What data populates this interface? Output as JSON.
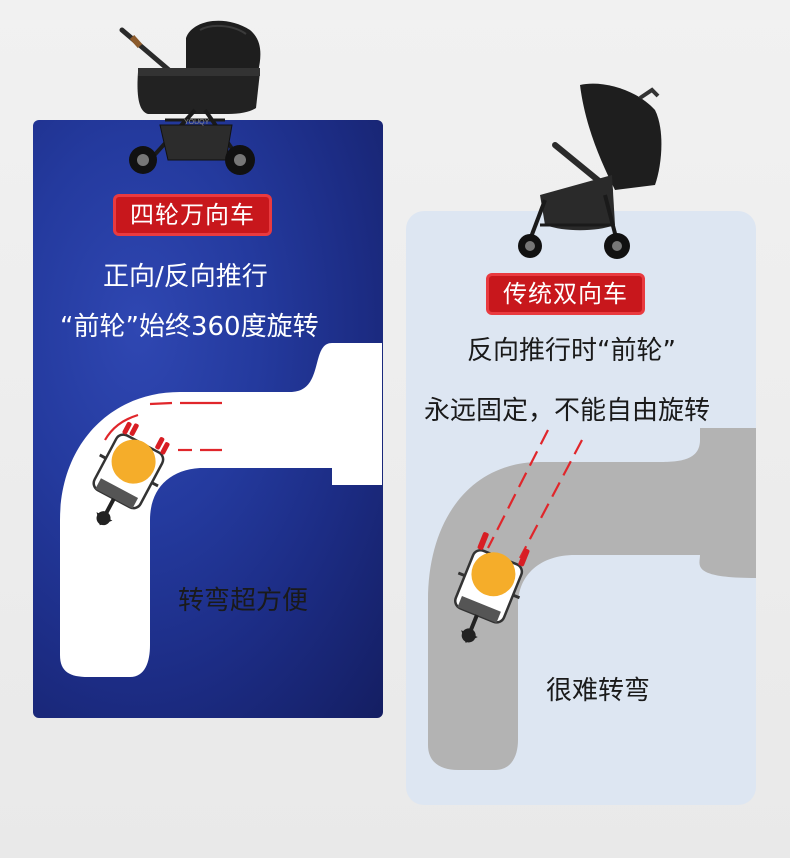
{
  "left_panel": {
    "badge": "四轮万向车",
    "line1": "正向/反向推行",
    "line2": "“前轮”始终360度旋转",
    "caption": "转弯超方便",
    "stroller_brand": "YOUQY"
  },
  "right_panel": {
    "badge": "传统双向车",
    "line1": "反向推行时“前轮”",
    "line2": "永远固定，不能自由旋转",
    "caption": "很难转弯"
  },
  "colors": {
    "left_panel_bg": "#1f3291",
    "right_panel_bg": "#dde6f2",
    "badge_red": "#c8171c",
    "road_left": "#ffffff",
    "road_right": "#b3b3b3",
    "motion_lines": "#e0262b",
    "baby_head": "#f5ad2a"
  }
}
